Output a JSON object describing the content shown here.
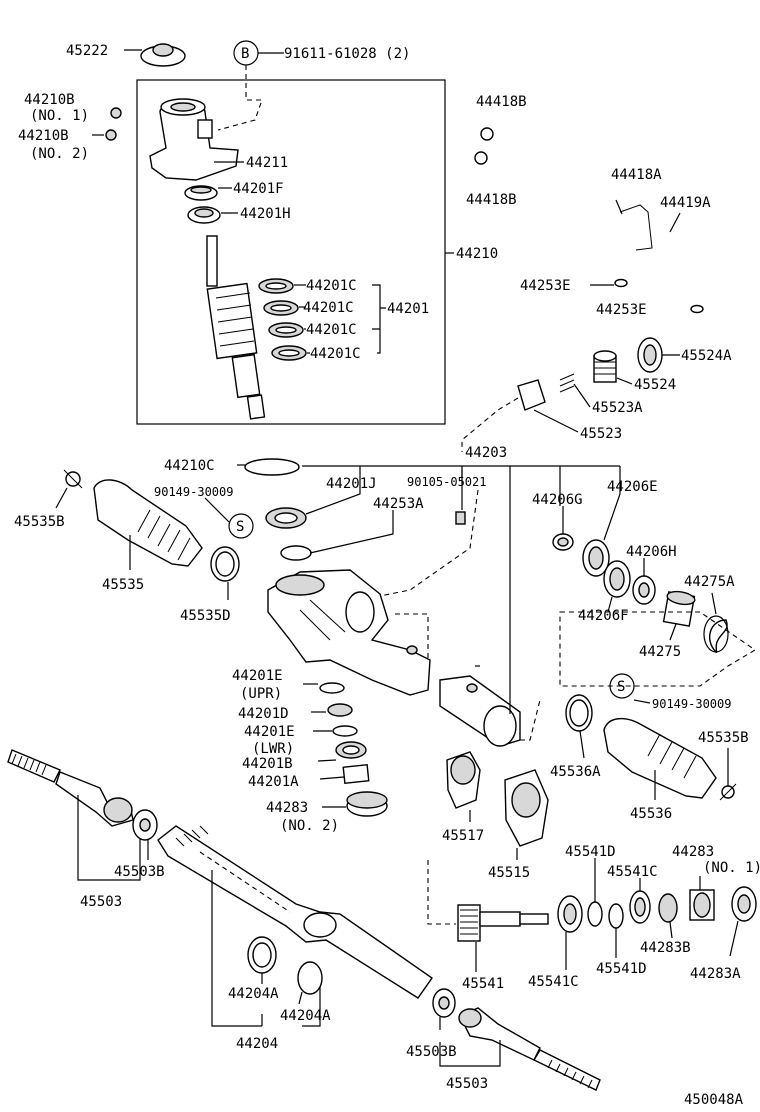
{
  "diagram": {
    "figure_id": "450048A",
    "labels": {
      "p45222": "45222",
      "bolt_b_marker": "B",
      "bolt_b_part": "91611-61028 (2)",
      "p44210b_1": "44210B",
      "no1_a": "(NO. 1)",
      "p44210b_2": "44210B",
      "no2_a": "(NO. 2)",
      "p44211": "44211",
      "p44201f": "44201F",
      "p44201h": "44201H",
      "p44210": "44210",
      "p44201c_1": "44201C",
      "p44201c_2": "44201C",
      "p44201c_3": "44201C",
      "p44201c_4": "44201C",
      "p44201": "44201",
      "p44418b_1": "44418B",
      "p44418b_2": "44418B",
      "p44418a": "44418A",
      "p44419a": "44419A",
      "p44253e_1": "44253E",
      "p44253e_2": "44253E",
      "p45524a": "45524A",
      "p45524": "45524",
      "p45523a": "45523A",
      "p45523": "45523",
      "p44203": "44203",
      "p44210c": "44210C",
      "p44201j": "44201J",
      "p90105": "90105-05021",
      "p44206g": "44206G",
      "p44206e": "44206E",
      "p90149_1": "90149-30009",
      "p44253a": "44253A",
      "s_marker_1": "S",
      "p45535b_1": "45535B",
      "p45535": "45535",
      "p45535d": "45535D",
      "p44206h": "44206H",
      "p44206f": "44206F",
      "p44275a": "44275A",
      "p44275": "44275",
      "s_marker_2": "S",
      "p90149_2": "90149-30009",
      "p44201e_1": "44201E",
      "upr": "(UPR)",
      "p44201d": "44201D",
      "p44201e_2": "44201E",
      "lwr": "(LWR)",
      "p44201b": "44201B",
      "p44201a": "44201A",
      "p44283_2": "44283",
      "no2_b": "(NO. 2)",
      "p45536a": "45536A",
      "p45535b_2": "45535B",
      "p45536": "45536",
      "p45517": "45517",
      "p45515": "45515",
      "p45503b_1": "45503B",
      "p45503_1": "45503",
      "p45541d_1": "45541D",
      "p45541c_1": "45541C",
      "p44283_1": "44283",
      "no1_b": "(NO. 1)",
      "p44283b": "44283B",
      "p45541": "45541",
      "p45541c_2": "45541C",
      "p45541d_2": "45541D",
      "p44283a": "44283A",
      "p44204a_1": "44204A",
      "p44204a_2": "44204A",
      "p44204": "44204",
      "p45503b_2": "45503B",
      "p45503_2": "45503"
    }
  }
}
